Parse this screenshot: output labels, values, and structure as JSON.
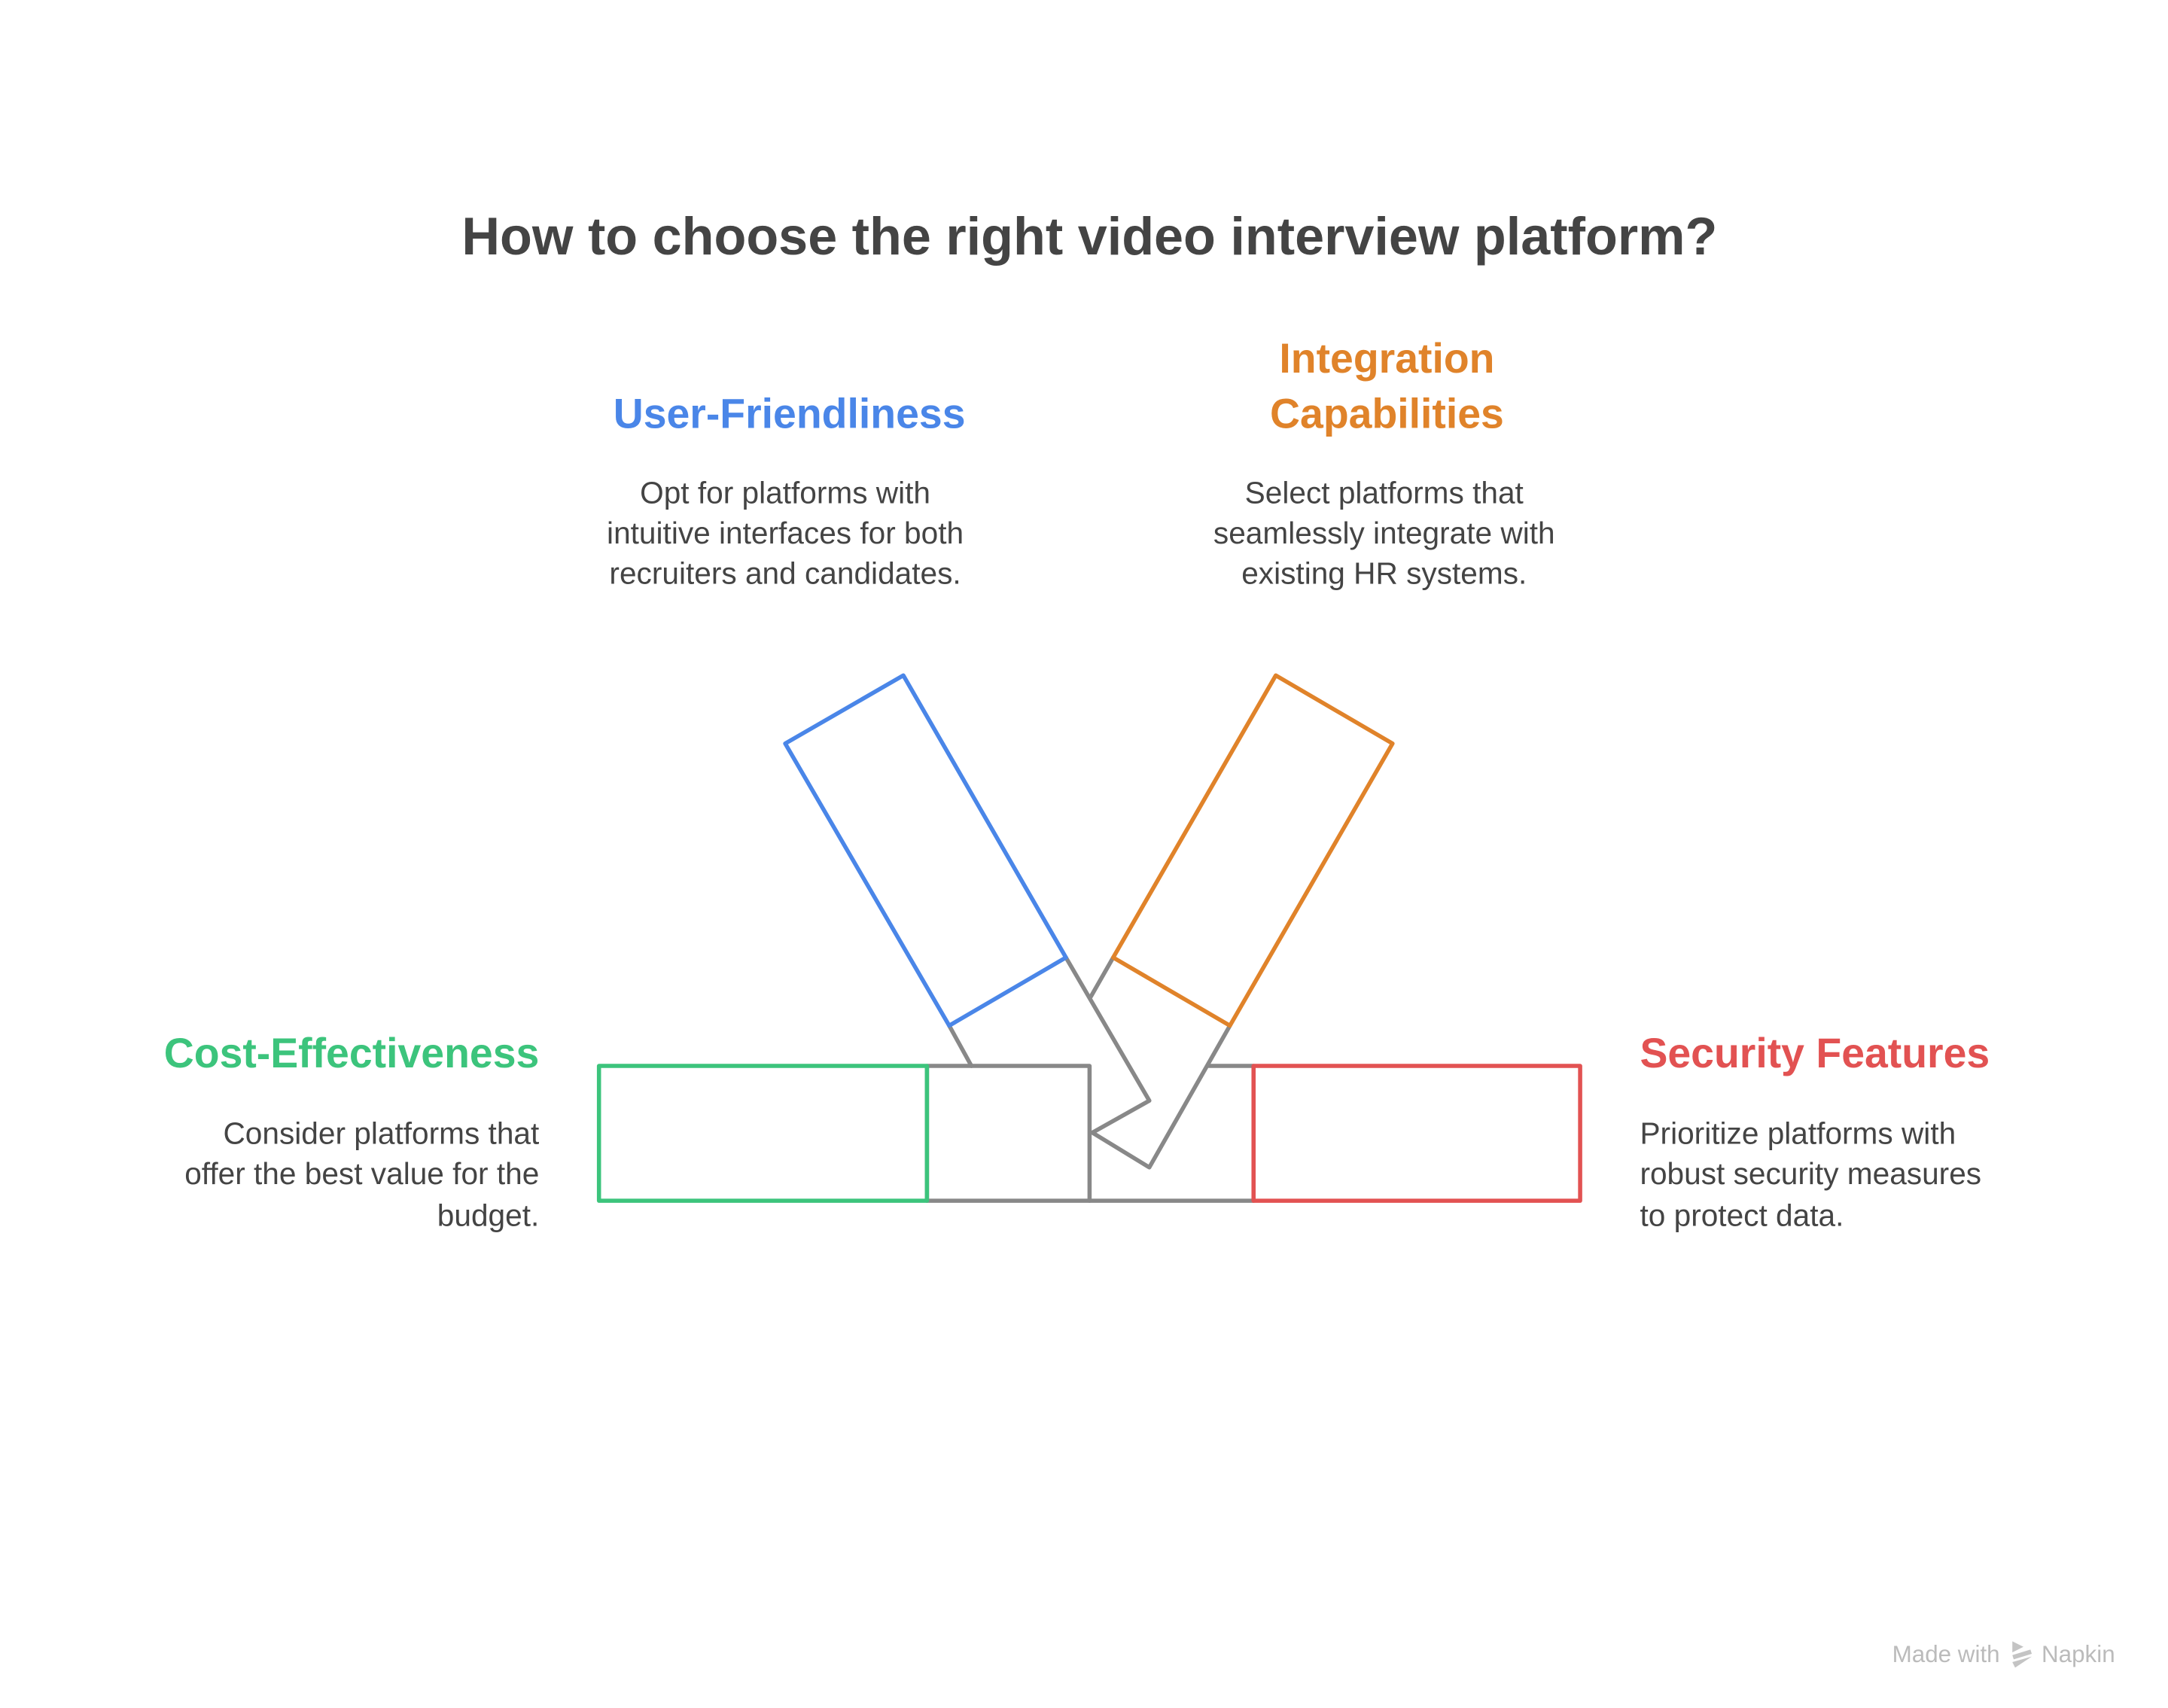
{
  "title": "How to choose the right video interview platform?",
  "colors": {
    "user": "#4a86e8",
    "integration": "#e0832a",
    "cost": "#3cc47c",
    "security": "#e25252",
    "connector": "#888888"
  },
  "items": {
    "user": {
      "heading": [
        "User-Friendliness"
      ],
      "desc": [
        "Opt for platforms with",
        "intuitive interfaces for both",
        "recruiters and candidates."
      ]
    },
    "integration": {
      "heading": [
        "Integration",
        "Capabilities"
      ],
      "desc": [
        "Select platforms that",
        "seamlessly integrate with",
        "existing HR systems."
      ]
    },
    "cost": {
      "heading": [
        "Cost-Effectiveness"
      ],
      "desc": [
        "Consider platforms that",
        "offer the best value for the",
        "budget."
      ]
    },
    "security": {
      "heading": [
        "Security Features"
      ],
      "desc": [
        "Prioritize platforms with",
        "robust security measures",
        "to protect data."
      ]
    }
  },
  "footer": {
    "made_with": "Made with",
    "brand": "Napkin",
    "logo_icon": "napkin-logo-icon"
  }
}
